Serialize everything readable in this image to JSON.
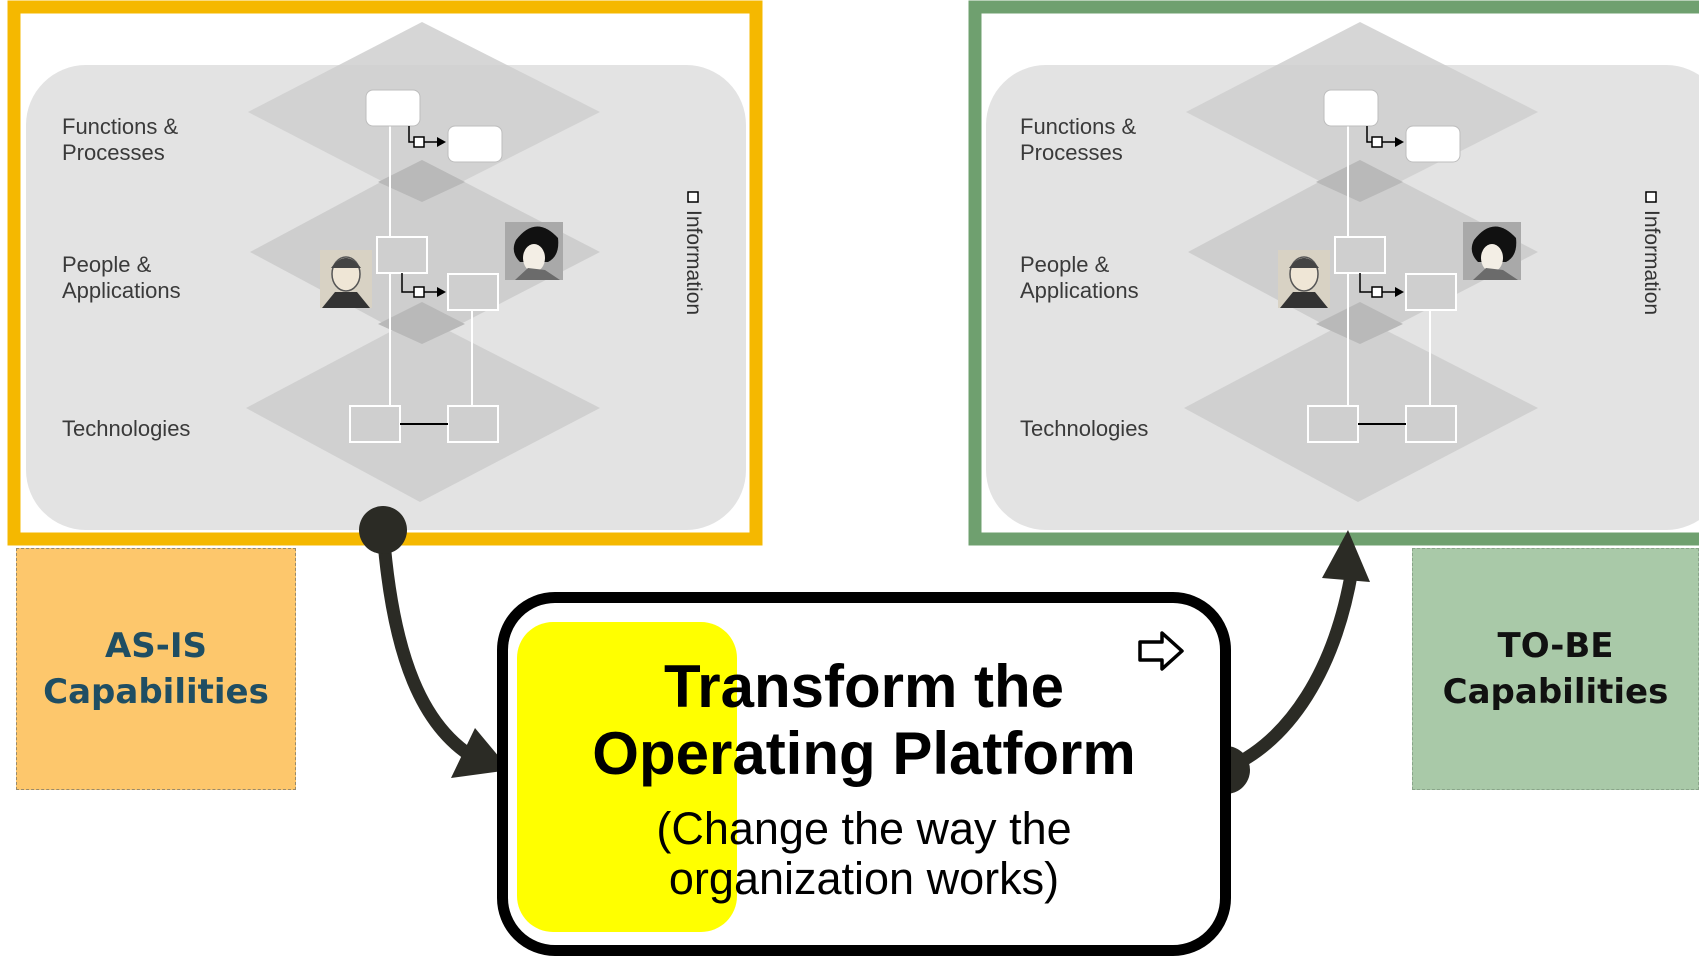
{
  "asis_panel": {
    "layers": {
      "functions": "Functions &\nProcesses",
      "people": "People &\nApplications",
      "technologies": "Technologies"
    },
    "info_label": "Information",
    "frame_color": "#f5b800"
  },
  "tobe_panel": {
    "layers": {
      "functions": "Functions &\nProcesses",
      "people": "People &\nApplications",
      "technologies": "Technologies"
    },
    "info_label": "Information",
    "frame_color": "#6fa06f"
  },
  "asis_box": {
    "line1": "AS-IS",
    "line2": "Capabilities",
    "bg_color": "#fdc76c",
    "text_color": "#1f4e63"
  },
  "tobe_box": {
    "line1": "TO-BE",
    "line2": "Capabilities",
    "bg_color": "#a9c9a8",
    "text_color": "#111111"
  },
  "center": {
    "title_line1": "Transform the",
    "title_line2": "Operating Platform",
    "sub_line1": "(Change the way the",
    "sub_line2": "organization works)",
    "highlight_color": "#ffff00",
    "icon": "outline-right-arrow-icon"
  },
  "colors": {
    "connector": "#2b2b25"
  }
}
